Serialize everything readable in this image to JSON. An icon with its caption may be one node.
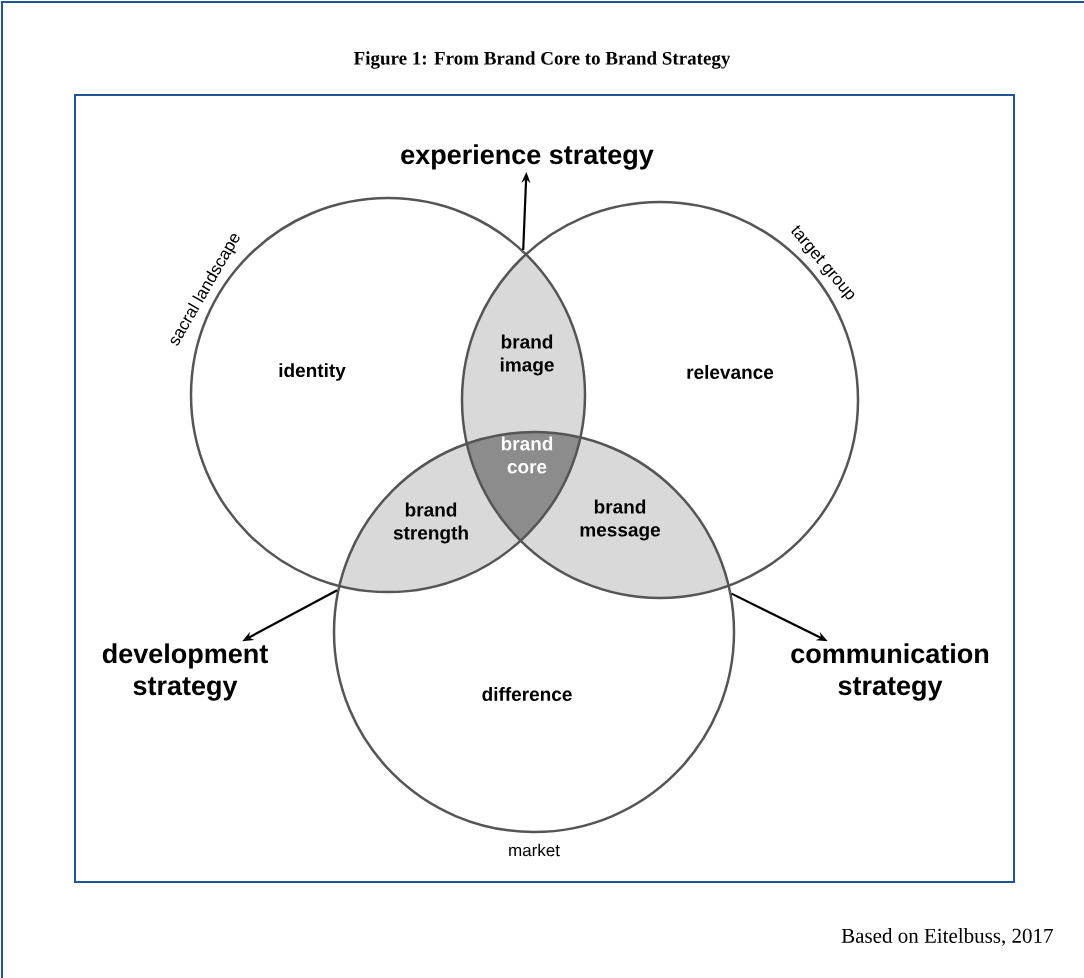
{
  "diagram": {
    "title": "Figure 1: From Brand Core to Brand Strategy",
    "caption": "Based on Eitelbuss, 2017",
    "nodes": [
      {
        "text": [
          "identity"
        ],
        "beside": [
          "sacral landscape"
        ]
      },
      {
        "text": [
          "relevance"
        ],
        "beside": [
          "target group"
        ]
      },
      {
        "text": [
          "difference"
        ],
        "beside": [
          "market"
        ]
      },
      {
        "text": [
          "brand image"
        ]
      },
      {
        "text": [
          "brand core"
        ]
      },
      {
        "text": [
          "brand strength"
        ]
      },
      {
        "text": [
          "brand message"
        ]
      },
      {
        "text": [
          "experience strategy"
        ]
      },
      {
        "text": [
          "development strategy"
        ]
      },
      {
        "text": [
          "communication strategy"
        ]
      }
    ],
    "edges": [
      {
        "from": 0,
        "to": 7,
        "arrow": "to"
      },
      {
        "from": 2,
        "to": 8,
        "arrow": "to"
      },
      {
        "from": 2,
        "to": 9,
        "arrow": "to"
      }
    ]
  }
}
